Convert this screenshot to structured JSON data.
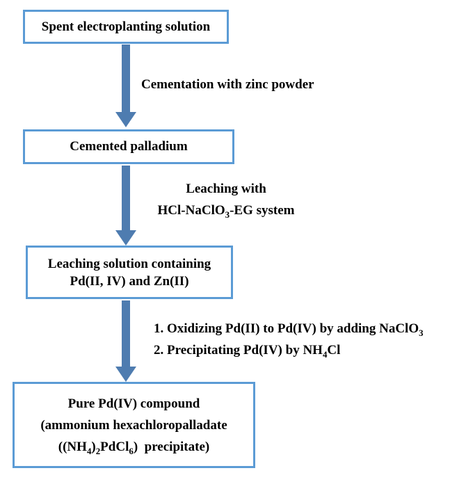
{
  "colors": {
    "background": "#ffffff",
    "box_border": "#5b9bd5",
    "box_fill": "#ffffff",
    "arrow": "#4e7cb0",
    "text": "#000000"
  },
  "flowchart": {
    "boxes": [
      {
        "name": "spent-electroplanting-solution",
        "lines": [
          [
            {
              "t": "Spent electroplanting solution"
            }
          ]
        ]
      },
      {
        "name": "cemented-palladium",
        "lines": [
          [
            {
              "t": "Cemented palladium"
            }
          ]
        ]
      },
      {
        "name": "leaching-solution",
        "lines": [
          [
            {
              "t": "Leaching solution containing"
            }
          ],
          [
            {
              "t": "Pd(II, IV) and Zn(II)"
            }
          ]
        ]
      },
      {
        "name": "pure-pd-compound",
        "lines": [
          [
            {
              "t": "Pure Pd(IV) compound"
            }
          ],
          [
            {
              "t": "(ammonium hexachloropalladate"
            }
          ],
          [
            {
              "t": "((NH"
            },
            {
              "t": "4",
              "sub": true
            },
            {
              "t": ")"
            },
            {
              "t": "2",
              "sub": true
            },
            {
              "t": "PdCl"
            },
            {
              "t": "6",
              "sub": true
            },
            {
              "t": ")  precipitate)"
            }
          ]
        ]
      }
    ],
    "arrows": [
      {
        "name": "cementation-step",
        "label_lines": [
          [
            {
              "t": "Cementation with zinc powder"
            }
          ]
        ]
      },
      {
        "name": "leaching-step",
        "label_lines": [
          [
            {
              "t": "Leaching with"
            }
          ],
          [
            {
              "t": "HCl-NaClO"
            },
            {
              "t": "3",
              "sub": true
            },
            {
              "t": "-EG system"
            }
          ]
        ]
      },
      {
        "name": "oxidize-precipitate-step",
        "label_lines": [
          [
            {
              "t": "1. Oxidizing Pd(II) to Pd(IV) by adding NaClO"
            },
            {
              "t": "3",
              "sub": true
            }
          ],
          [
            {
              "t": "2. Precipitating Pd(IV) by NH"
            },
            {
              "t": "4",
              "sub": true
            },
            {
              "t": "Cl"
            }
          ]
        ]
      }
    ]
  }
}
